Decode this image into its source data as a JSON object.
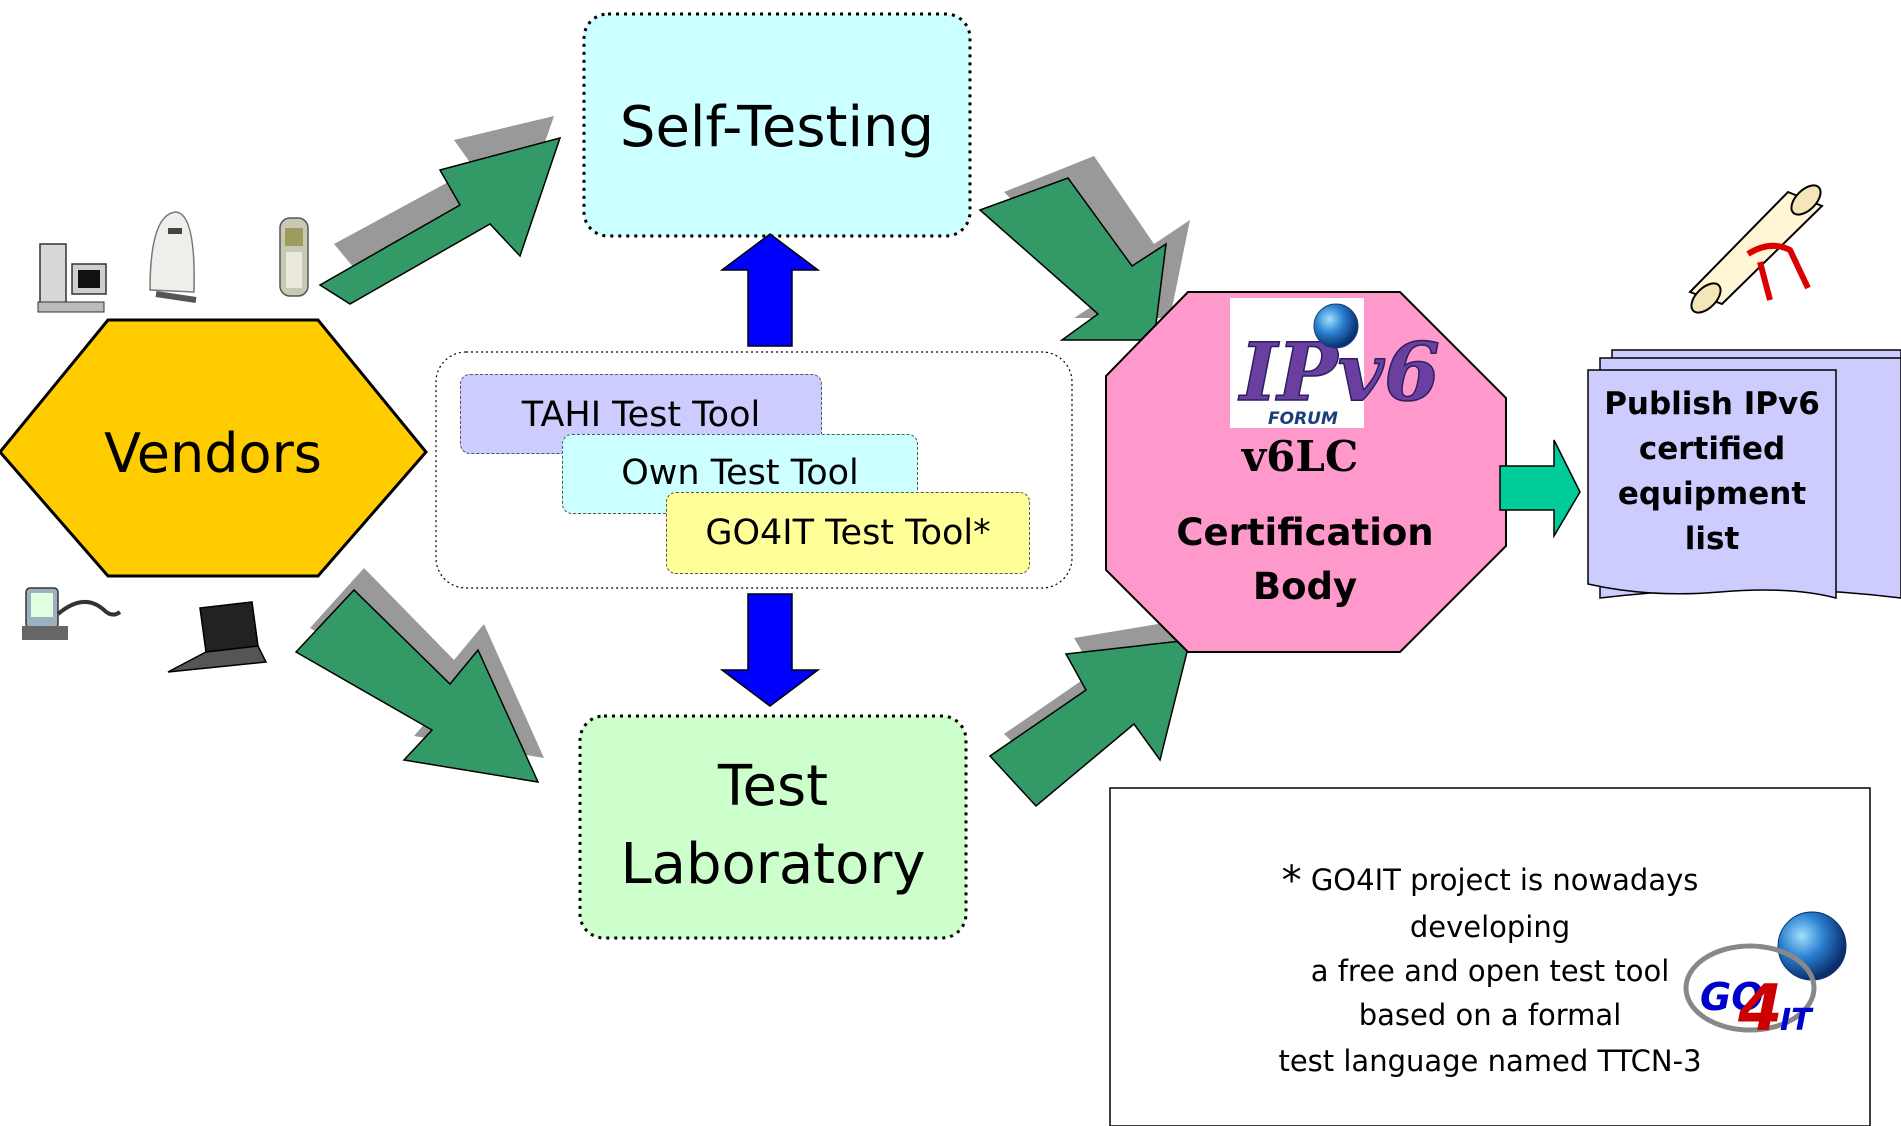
{
  "diagram": {
    "vendors_label": "Vendors",
    "self_testing_label": "Self-Testing",
    "test_lab_lines": [
      "Test",
      "Laboratory"
    ],
    "tools": [
      {
        "label": "TAHI Test Tool",
        "color": "#ccccff"
      },
      {
        "label": "Own Test Tool",
        "color": "#ccffff"
      },
      {
        "label": "GO4IT Test Tool*",
        "color": "#ffff99"
      }
    ],
    "certification": {
      "logo_text": "IPv6",
      "logo_forum": "FORUM",
      "name": "v6LC",
      "sub_lines": [
        "Certification",
        "Body"
      ]
    },
    "publish_lines": [
      "Publish IPv6",
      "certified",
      "equipment",
      "list"
    ],
    "note": {
      "asterisk": "*",
      "lines": [
        "GO4IT project is nowadays",
        "developing",
        "a free and open test tool",
        "based on a formal",
        "test language named TTCN-3"
      ],
      "logo_text": "GO4IT"
    },
    "colors": {
      "vendors_fill": "#ffcc00",
      "self_testing_fill": "#ccffff",
      "test_lab_fill": "#ccffcc",
      "certification_fill": "#ff99cc",
      "publish_fill": "#ccccff",
      "green_arrow": "#339966",
      "blue_arrow": "#0000ff",
      "teal_arrow": "#00cc99"
    },
    "icons": [
      "desktop-computer-icon",
      "modem-icon",
      "mobile-phone-icon",
      "pda-icon",
      "laptop-icon",
      "certificate-scroll-icon"
    ]
  }
}
